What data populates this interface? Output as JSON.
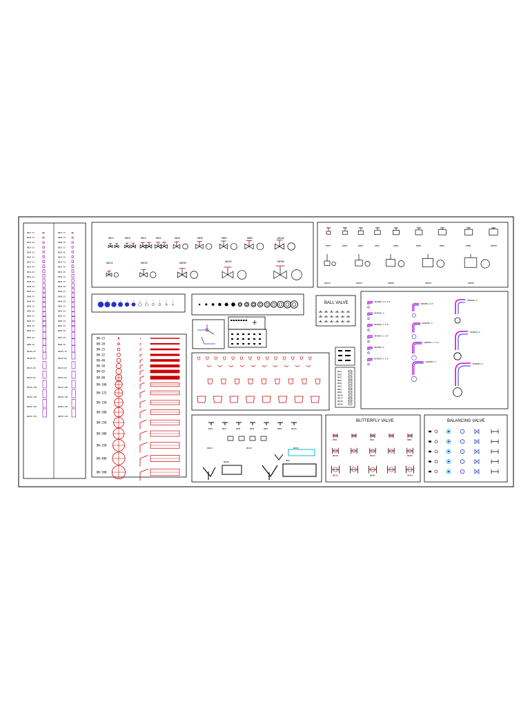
{
  "colors": {
    "line": "#000000",
    "red": "#cc0000",
    "blue": "#2233cc",
    "purple": "#8800aa",
    "cyan": "#00bbcc",
    "green": "#119911",
    "magenta": "#dd00dd"
  },
  "sections": {
    "ball_valve_title": "BALL VALVE",
    "butterfly_valve_title": "BUTTERFLY VALVE",
    "balancing_valve_title": "BALANCING VALVE"
  },
  "pipe_sizes": [
    "DN-15",
    "DN-20",
    "DN-25",
    "DN-32",
    "DN-40",
    "DN-50",
    "DN-65",
    "DN-80",
    "DN-100",
    "DN-125",
    "DN-150",
    "DN-200",
    "DN-250",
    "DN-300",
    "DN-350",
    "DN-400",
    "DN-500"
  ],
  "valve_row1": [
    "DN15",
    "DN20",
    "DN25",
    "DN32",
    "DN40",
    "DN50",
    "DN65",
    "DN80",
    "DN100"
  ],
  "valve_row2": [
    "DN125",
    "DN150",
    "DN200",
    "DN250",
    "DN300"
  ],
  "right_valve_row1": [
    "DN15",
    "DN20",
    "DN25",
    "DN32",
    "DN40",
    "DN50",
    "DN65",
    "DN80",
    "DN100"
  ],
  "right_valve_row2": [
    "DN125",
    "DN150",
    "DN200",
    "DN250",
    "DN300"
  ],
  "bend_labels": [
    "SR45DEG-1/2-3/4",
    "SR45DEG-1\"",
    "SR45DEG-1-1/4\"",
    "SR45DEG-1-1/2\"",
    "SR45DEG-2\"",
    "SR45DEG-2-1/2\""
  ],
  "elbow_labels": [
    "SR90DEG-3/4\"",
    "SR90DEG-1\"",
    "SR90DEG-1-1/4\"",
    "SR90DEG-2\""
  ],
  "big_elbow_labels": [
    "SR90DEG-3\"",
    "SR90DEG-4\"",
    "SR90DEG-6\""
  ],
  "butterfly_labels": [
    "DN50",
    "DN65",
    "DN80",
    "DN100",
    "DN150",
    "DN200",
    "DN250",
    "DN300",
    "DN350",
    "DN400"
  ],
  "fitting_labels": [
    "DN15",
    "DN20",
    "DN25",
    "DN32",
    "DN40",
    "DN50",
    "DN65",
    "DN80",
    "DN100",
    "DN125",
    "DN150",
    "DN200"
  ],
  "left_column_a": [
    "DN15-15",
    "DN20-15",
    "DN20-20",
    "DN25-15",
    "DN25-20",
    "DN25-25",
    "DN32-15",
    "DN32-20",
    "DN32-25",
    "DN32-32",
    "DN40-15",
    "DN40-20",
    "DN40-25",
    "DN40-32",
    "DN40-40",
    "DN50-15",
    "DN50-20",
    "DN50-25",
    "DN50-32",
    "DN50-40",
    "DN50-50",
    "DN65-50",
    "DN80-50",
    "DN100-50",
    "DN100-80",
    "DN125-80",
    "DN150-80",
    "DN150-100",
    "DN200-100",
    "DN200-150",
    "DN250-150"
  ],
  "left_column_b": [
    "DN15-15",
    "DN20-15",
    "DN20-20",
    "DN25-15",
    "DN25-20",
    "DN25-25",
    "DN32-15",
    "DN32-20",
    "DN32-25",
    "DN32-32",
    "DN40-15",
    "DN40-20",
    "DN40-25",
    "DN40-32",
    "DN40-40",
    "DN50-15",
    "DN50-20",
    "DN50-25",
    "DN50-32",
    "DN50-40",
    "DN50-50",
    "DN65-50",
    "DN80-50",
    "DN100-50",
    "DN100-80",
    "DN125-80",
    "DN150-80",
    "DN150-100",
    "DN200-100",
    "DN200-150",
    "DN250-150"
  ]
}
